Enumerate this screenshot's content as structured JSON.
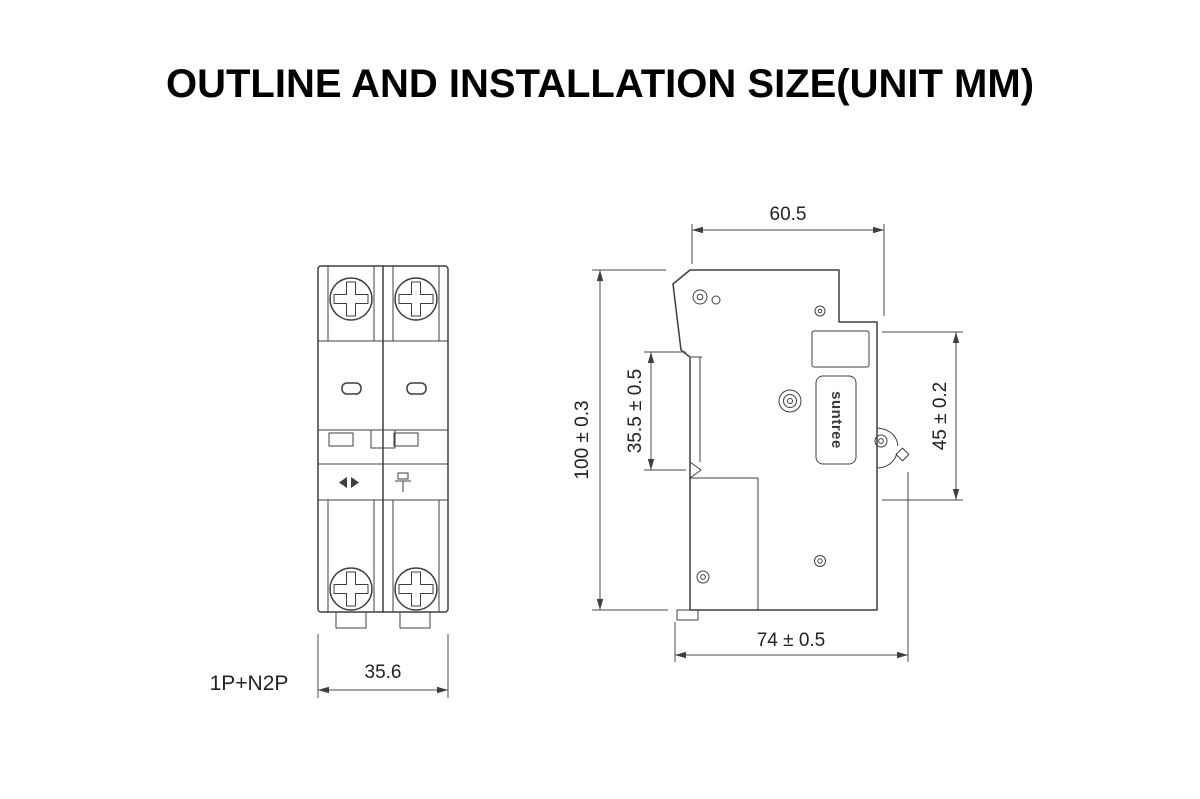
{
  "title": "OUTLINE AND INSTALLATION SIZE(UNIT MM)",
  "front_view": {
    "label": "1P+N2P",
    "width_dim": "35.6"
  },
  "side_view": {
    "top_dim": "60.5",
    "height_dim": "100 ± 0.3",
    "channel_dim": "35.5 ± 0.5",
    "front_dim": "45 ± 0.2",
    "depth_dim": "74 ± 0.5",
    "brand": "suntree"
  },
  "colors": {
    "line": "#3f3f3f",
    "text": "#222222",
    "background": "#ffffff"
  }
}
